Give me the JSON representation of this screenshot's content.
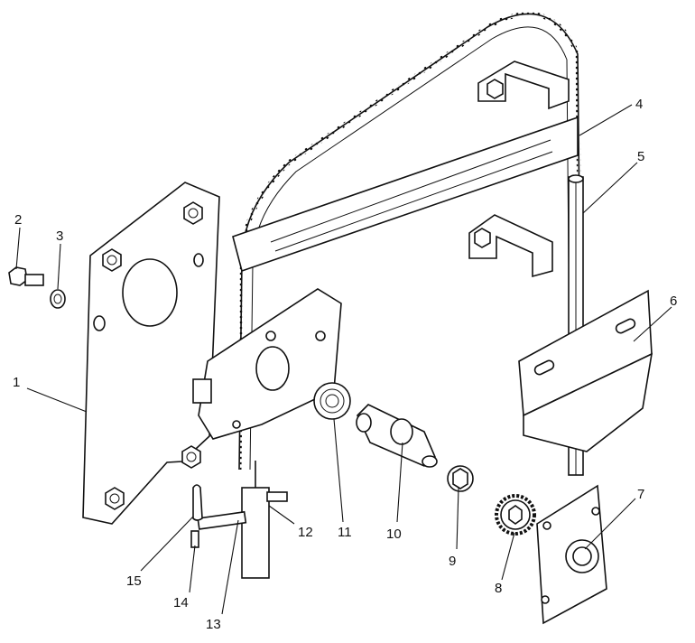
{
  "labels": [
    "1",
    "2",
    "3",
    "4",
    "5",
    "6",
    "7",
    "8",
    "9",
    "10",
    "11",
    "12",
    "13",
    "14",
    "15"
  ],
  "colors": {
    "ink": "#111111",
    "hatch": "#555555",
    "paper": "#ffffff"
  }
}
